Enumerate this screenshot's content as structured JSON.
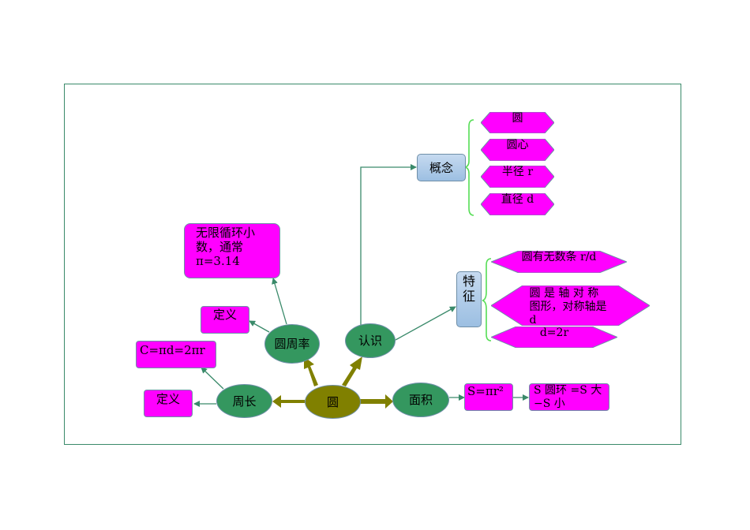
{
  "center": "圆",
  "branches": {
    "zhouchang": "周长",
    "yuanzhoulv": "圆周率",
    "renshi": "认识",
    "mianji": "面积"
  },
  "zhouchang": {
    "formula": "C=πd=2πr",
    "definition": "定义"
  },
  "yuanzhoulv": {
    "definition": "定义",
    "description": "无限循环小数，通常 π=3.14"
  },
  "renshi": {
    "concept": {
      "title": "概念",
      "items": [
        "圆",
        "圆心",
        "半径 r",
        "直径 d"
      ]
    },
    "feature": {
      "title": "特征",
      "items": [
        "圆有无数条 r/d",
        "圆 是 轴 对 称 图形，对称轴是d",
        "d=2r"
      ]
    }
  },
  "mianji": {
    "formula": "S=πr²",
    "ring_formula": "S 圆环 =S 大 −S 小"
  },
  "colors": {
    "green_node": "#34975f",
    "center_node": "#808000",
    "magenta": "#ff00ff",
    "blue_box": "#9cbfe2",
    "connector": "#3a8a6a",
    "brace": "#55dd55",
    "frame": "#3a8a6a"
  }
}
